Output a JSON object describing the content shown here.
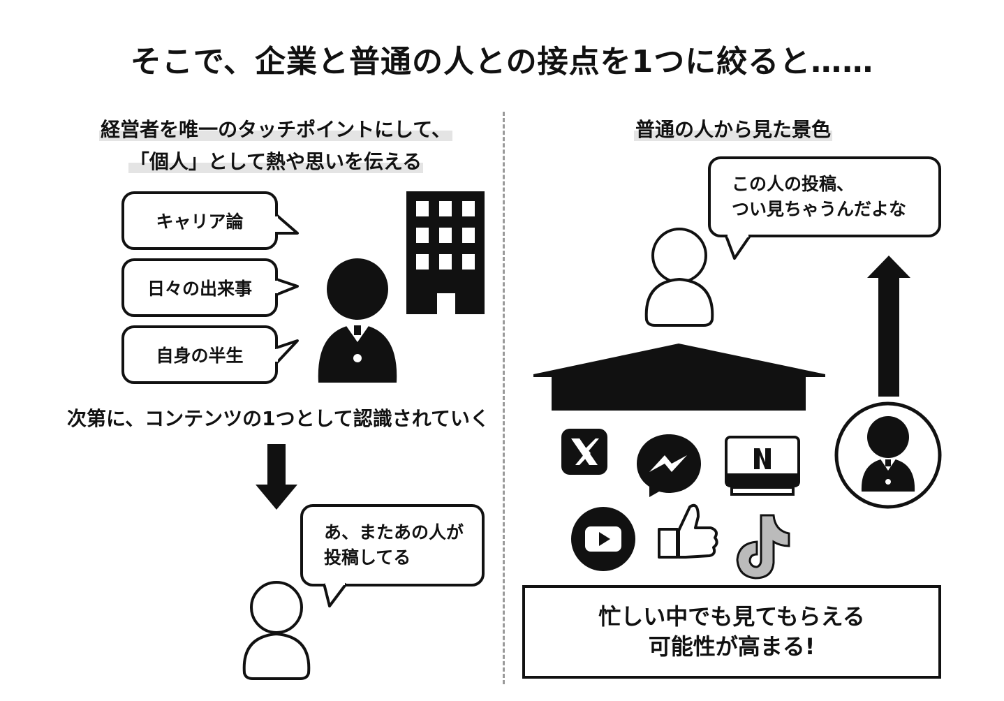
{
  "title": "そこで、企業と普通の人との接点を1つに絞ると……",
  "left": {
    "heading_line1": "経営者を唯一のタッチポイントにして、",
    "heading_line2": "「個人」として熱や思いを伝える",
    "bubbles": [
      "キャリア論",
      "日々の出来事",
      "自身の半生"
    ],
    "caption": "次第に、コンテンツの1つとして認識されていく",
    "reaction_line1": "あ、またあの人が",
    "reaction_line2": "投稿してる"
  },
  "right": {
    "heading": "普通の人から見た景色",
    "thought_line1": "この人の投稿、",
    "thought_line2": "つい見ちゃうんだよな",
    "platform_icons": [
      "x-icon",
      "messenger-icon",
      "netflix-tv-icon",
      "youtube-icon",
      "thumbs-up-icon",
      "tiktok-icon"
    ],
    "result_line1": "忙しい中でも見てもらえる",
    "result_line2": "可能性が高まる!"
  }
}
